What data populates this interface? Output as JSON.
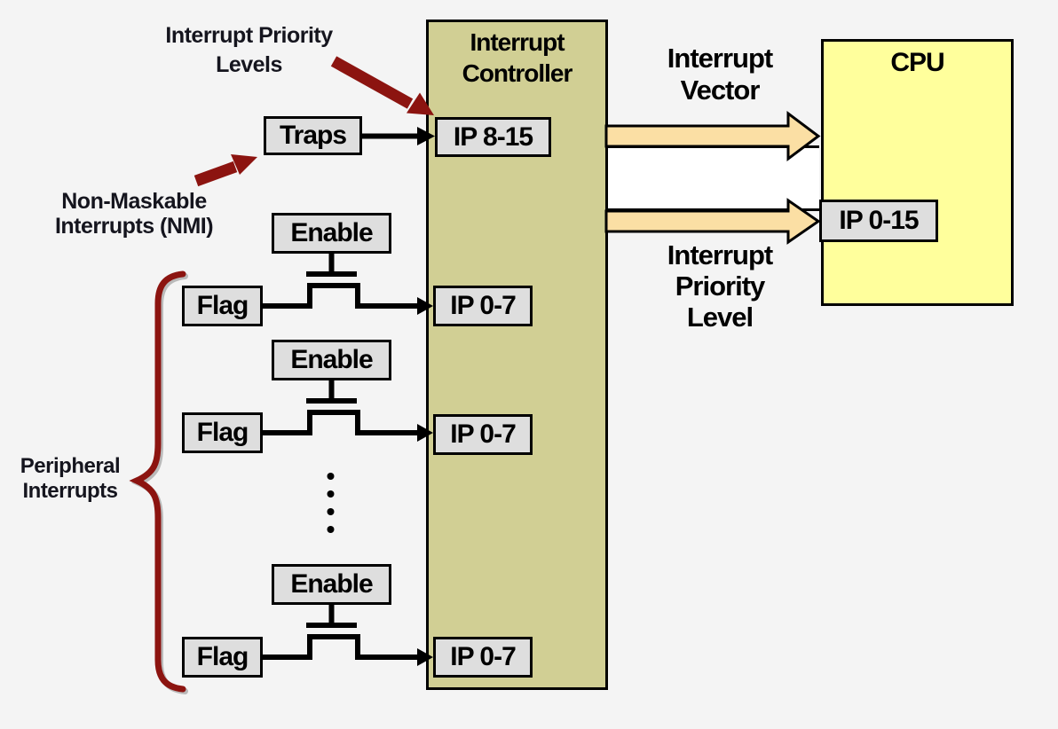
{
  "diagram": {
    "controller": {
      "title": "Interrupt\nController"
    },
    "cpu": {
      "title": "CPU",
      "ip_register": "IP 0-15"
    },
    "traps": {
      "label": "Traps"
    },
    "ip_high": {
      "label": "IP 8-15"
    },
    "rows": [
      {
        "enable": "Enable",
        "flag": "Flag",
        "ip": "IP 0-7"
      },
      {
        "enable": "Enable",
        "flag": "Flag",
        "ip": "IP 0-7"
      },
      {
        "enable": "Enable",
        "flag": "Flag",
        "ip": "IP 0-7"
      }
    ],
    "annotations": {
      "interrupt_priority_levels": "Interrupt Priority\nLevels",
      "nmi": "Non-Maskable\nInterrupts (NMI)",
      "peripheral": "Peripheral\nInterrupts",
      "interrupt_vector": "Interrupt\nVector",
      "interrupt_priority_level": "Interrupt\nPriority\nLevel"
    },
    "colors": {
      "background": "#f4f4f4",
      "controller_fill": "#d1cf94",
      "cpu_fill": "#ffff9c",
      "box_fill": "#dedede",
      "bus_arrow_fill": "#fbdfa4",
      "accent_dark_red": "#8c1410",
      "outline": "#000000"
    }
  }
}
